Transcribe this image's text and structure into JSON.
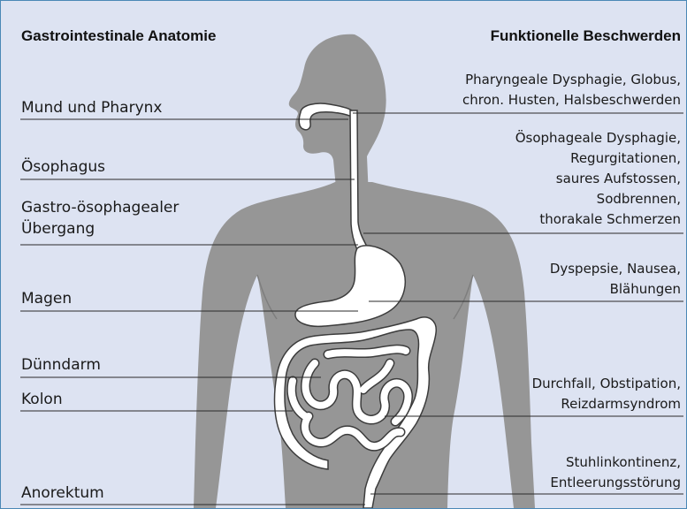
{
  "headers": {
    "left": "Gastrointestinale Anatomie",
    "right": "Funktionelle Beschwerden"
  },
  "anatomy_labels": {
    "mund": "Mund und Pharynx",
    "oesophagus": "Ösophagus",
    "gastro_line1": "Gastro-ösophagealer",
    "gastro_line2": "Übergang",
    "magen": "Magen",
    "duenndarm": "Dünndarm",
    "kolon": "Kolon",
    "anorektum": "Anorektum"
  },
  "symptoms": {
    "pharynx": [
      "Pharyngeale Dysphagie, Globus,",
      "chron. Husten, Halsbeschwerden"
    ],
    "oesophagus": [
      "Ösophageale Dysphagie,",
      "Regurgitationen,",
      "saures Aufstossen,",
      "Sodbrennen,",
      "thorakale Schmerzen"
    ],
    "magen": [
      "Dyspepsie, Nausea,",
      "Blähungen"
    ],
    "darm": [
      "Durchfall, Obstipation,",
      "Reizdarmsyndrom"
    ],
    "anorektum": [
      "Stuhlinkontinenz,",
      "Entleerungsstörung"
    ]
  },
  "colors": {
    "background": "#dde3f2",
    "body": "#969696",
    "organs": "#ffffff",
    "organ_outline": "#3c3c3c",
    "leader_lines": "#2a2a2a",
    "frame_border": "#4a88b6"
  }
}
